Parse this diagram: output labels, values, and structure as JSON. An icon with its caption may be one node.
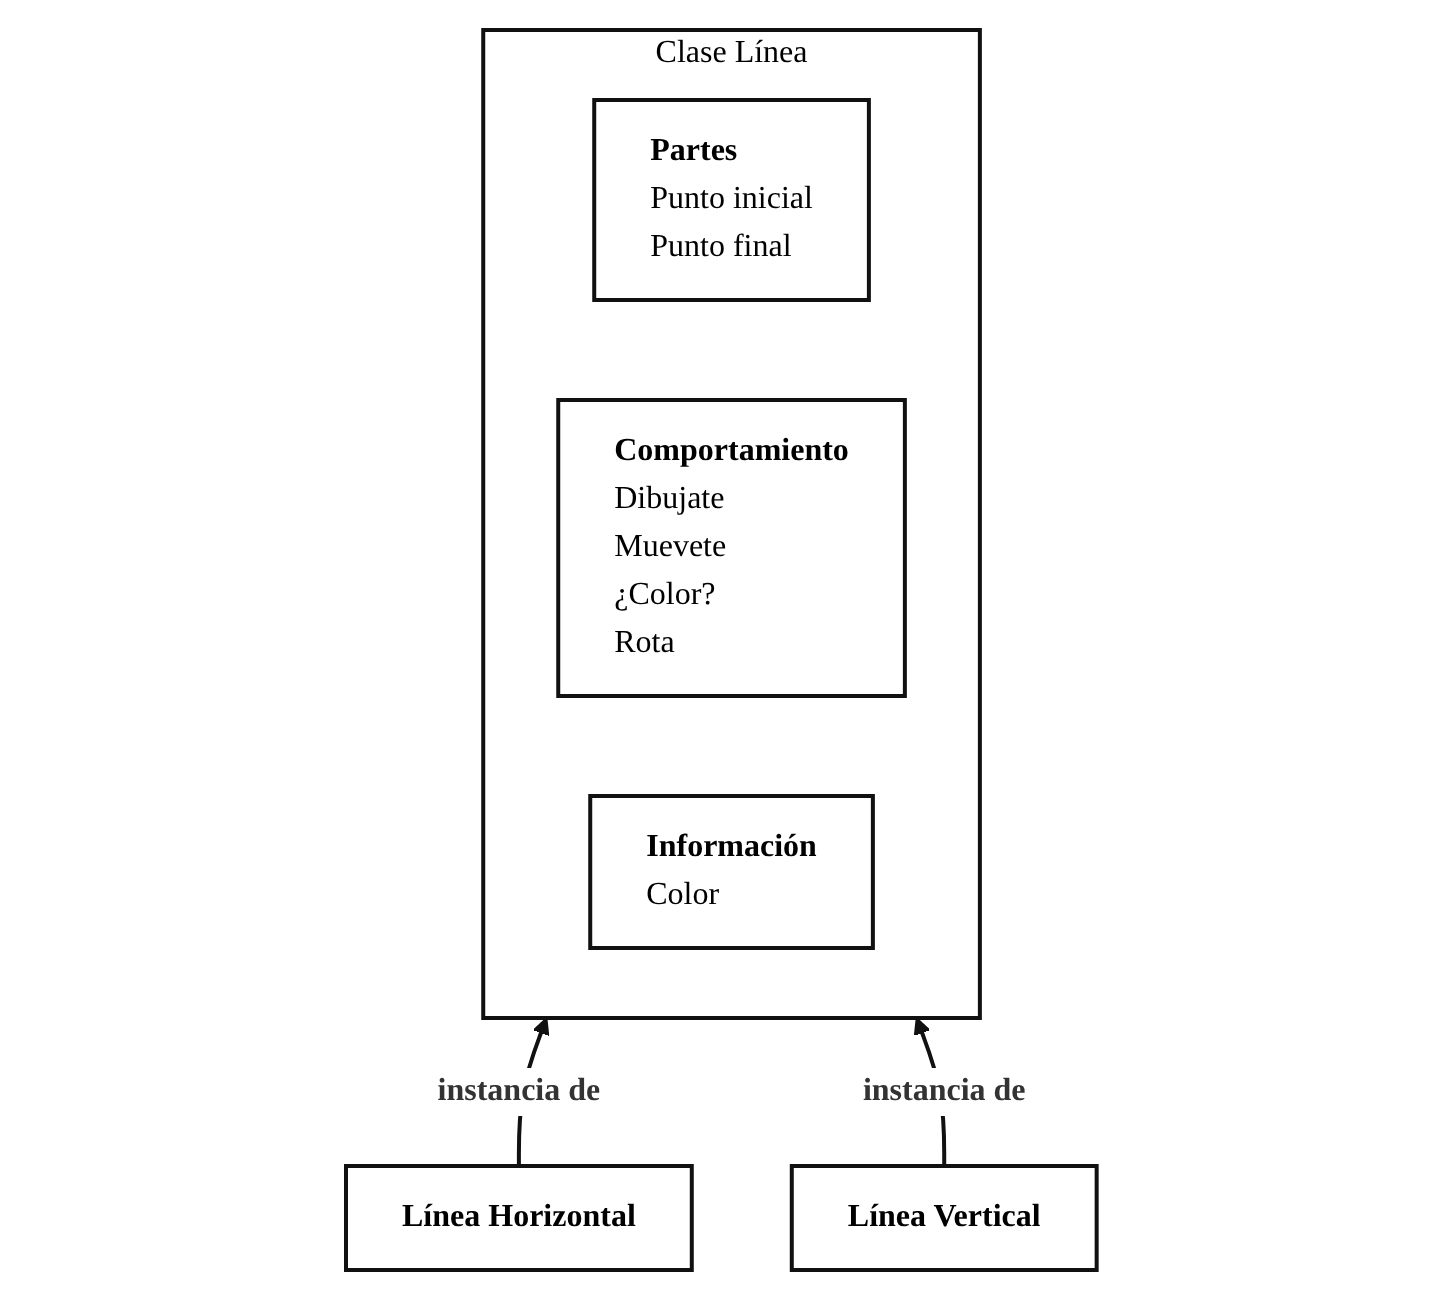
{
  "diagram": {
    "nodes": [
      {
        "text": [
          "Clase Línea"
        ]
      },
      {
        "text": [
          "Partes",
          "Punto inicial",
          "Punto final"
        ],
        "in": 0
      },
      {
        "text": [
          "Comportamiento",
          "Dibujate",
          "Muevete",
          "¿Color?",
          "Rota"
        ],
        "in": 0
      },
      {
        "text": [
          "Información",
          "Color"
        ],
        "in": 0
      },
      {
        "text": [
          "Línea Horizontal"
        ]
      },
      {
        "text": [
          "Línea Vertical"
        ]
      }
    ],
    "edges": [
      {
        "from": 4,
        "to": 0,
        "arrow": "to",
        "label": "instancia de"
      },
      {
        "from": 5,
        "to": 0,
        "arrow": "to",
        "label": "instancia de"
      }
    ]
  }
}
